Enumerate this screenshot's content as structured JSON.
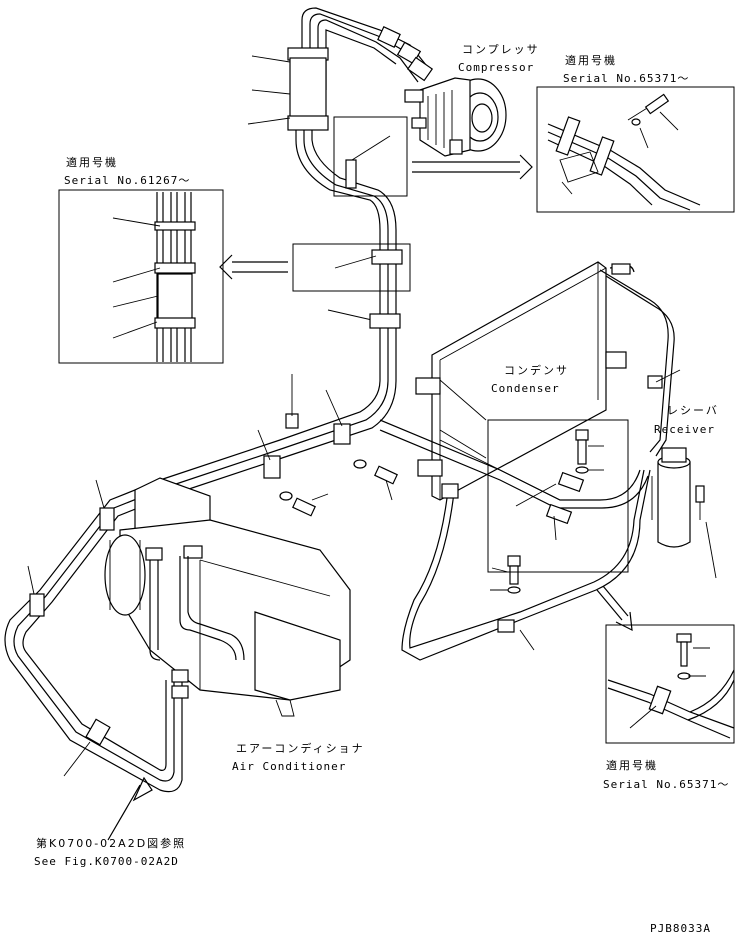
{
  "labels": {
    "compressor_jp": "コンプレッサ",
    "compressor_en": "Compressor",
    "condenser_jp": "コンデンサ",
    "condenser_en": "Condenser",
    "receiver_jp": "レシーバ",
    "receiver_en": "Receiver",
    "aircon_jp": "エアーコンディショナ",
    "aircon_en": "Air Conditioner",
    "serial_tr_jp": "適用号機",
    "serial_tr_en": "Serial No.65371～",
    "serial_tl_jp": "適用号機",
    "serial_tl_en": "Serial No.61267～",
    "serial_br_jp": "適用号機",
    "serial_br_en": "Serial No.65371～",
    "seefig_jp": "第K0700-02A2D図参照",
    "seefig_en": "See Fig.K0700-02A2D",
    "drawing_code": "PJB8033A"
  }
}
